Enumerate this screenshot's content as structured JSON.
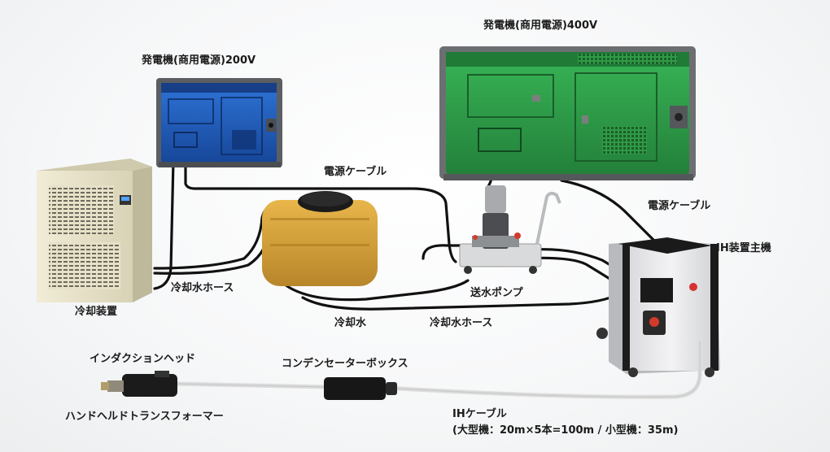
{
  "labels": {
    "gen_200v": "発電機(商用電源)200V",
    "gen_400v": "発電機(商用電源)400V",
    "power_cable_1": "電源ケーブル",
    "power_cable_2": "電源ケーブル",
    "ih_main_unit": "IH装置主機",
    "cooling_unit": "冷却装置",
    "cooling_hose_1": "冷却水ホース",
    "cooling_water": "冷却水",
    "cooling_hose_2": "冷却水ホース",
    "water_pump": "送水ポンプ",
    "induction_head": "インダクションヘッド",
    "handheld_transformer": "ハンドヘルドトランスフォーマー",
    "condenser_box": "コンデンセーターボックス",
    "ih_cable": "IHケーブル",
    "ih_cable_spec": "(大型機：20m×5本=100m / 小型機：35m)"
  },
  "colors": {
    "generator_200v": "#1f5fbf",
    "generator_400v": "#2e9e48",
    "cooling_unit": "#e9e4cc",
    "water_tank": "#d9a63a",
    "cable": "#111111",
    "ih_unit_body": "#e8e8ea"
  }
}
